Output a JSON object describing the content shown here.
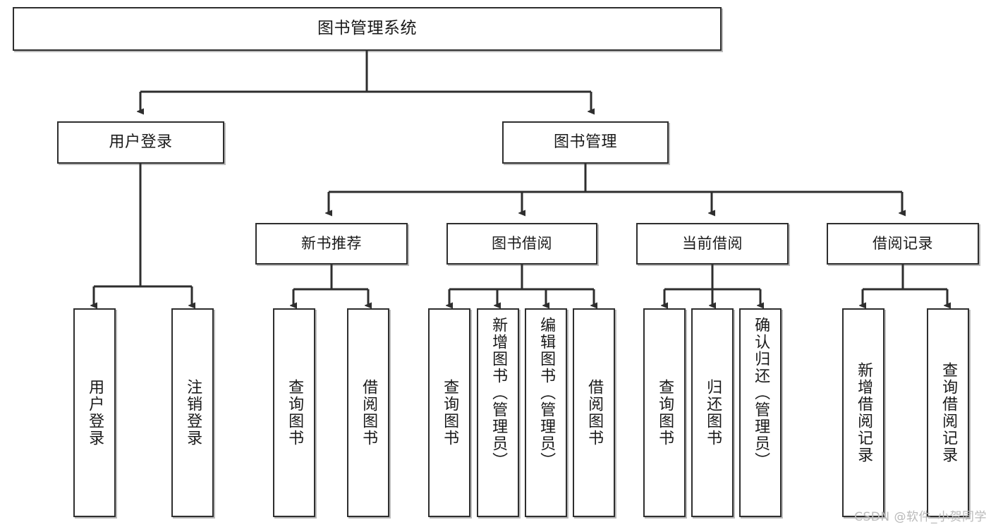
{
  "diagram": {
    "title_text": "图书管理系统",
    "watermark": "CSDN @软件_小贺同学",
    "line_color": "#2e2e2e",
    "box_fill": "#ffffff",
    "text_color": "#1a1a1a",
    "root": {
      "label": "图书管理系统"
    },
    "level1": [
      {
        "label": "用户登录"
      },
      {
        "label": "图书管理"
      }
    ],
    "level2": [
      {
        "label": "新书推荐"
      },
      {
        "label": "图书借阅"
      },
      {
        "label": "当前借阅"
      },
      {
        "label": "借阅记录"
      }
    ],
    "leaves": {
      "user_login": [
        {
          "label": "用户登录"
        },
        {
          "label": "注销登录"
        }
      ],
      "new_book": [
        {
          "label": "查询图书"
        },
        {
          "label": "借阅图书"
        }
      ],
      "book_borrow": [
        {
          "label": "查询图书"
        },
        {
          "label": "新增图书（管理员）"
        },
        {
          "label": "编辑图书（管理员）"
        },
        {
          "label": "借阅图书"
        }
      ],
      "current_borrow": [
        {
          "label": "查询图书"
        },
        {
          "label": "归还图书"
        },
        {
          "label": "确认归还（管理员）"
        }
      ],
      "borrow_record": [
        {
          "label": "新增借阅记录"
        },
        {
          "label": "查询借阅记录"
        }
      ]
    }
  }
}
